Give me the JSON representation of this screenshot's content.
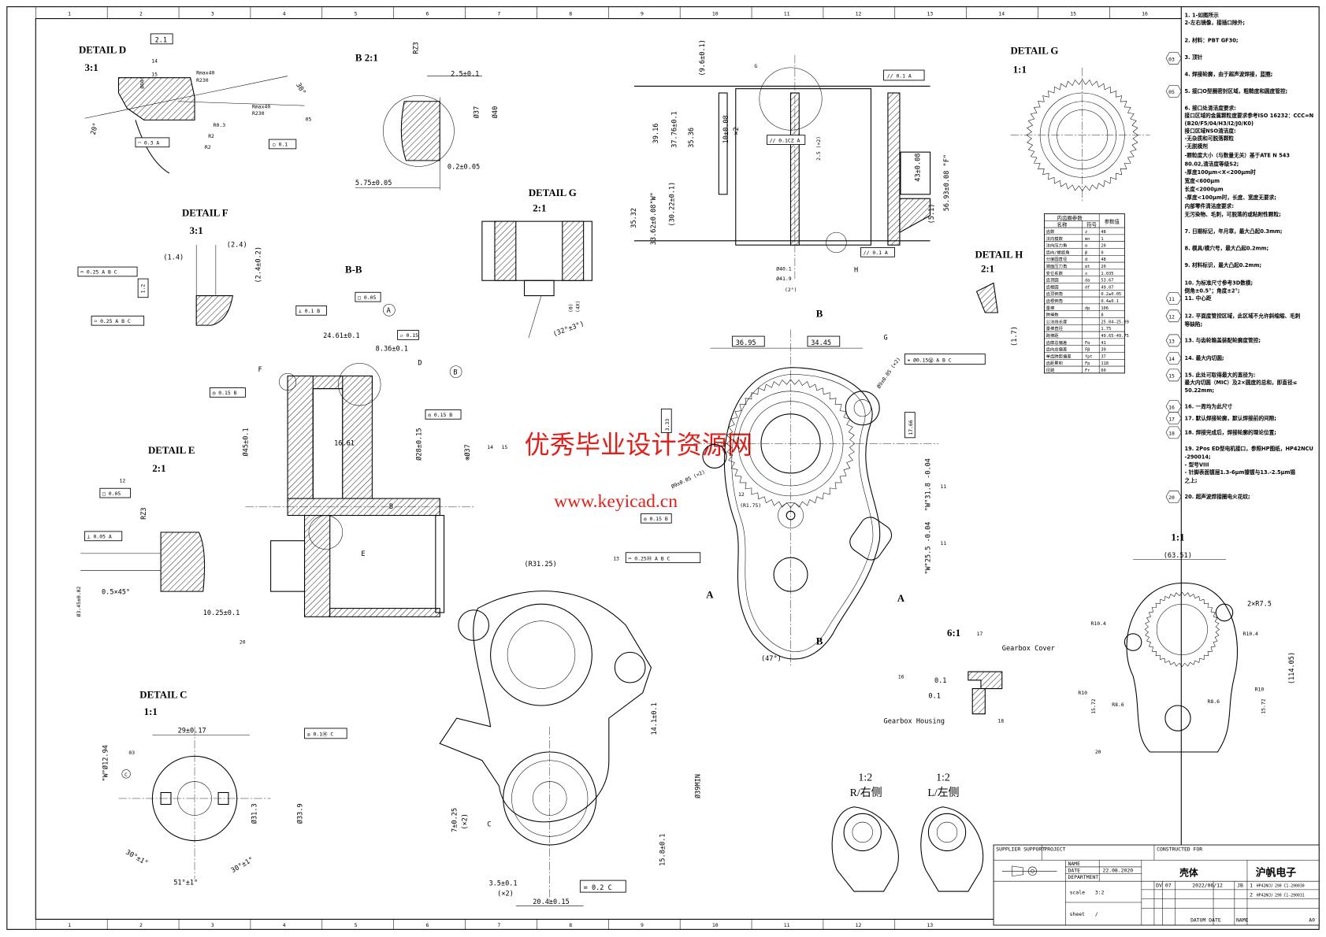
{
  "frame": {
    "zones": [
      "1",
      "2",
      "3",
      "4",
      "5",
      "6",
      "7",
      "8",
      "9",
      "10",
      "11",
      "12",
      "13",
      "14",
      "15",
      "16"
    ]
  },
  "watermark": {
    "cn": "优秀毕业设计资源网",
    "url": "www.keyicad.cn"
  },
  "detail_d": {
    "title": "DETAIL D",
    "scale": "3:1",
    "labels": [
      "2.1",
      "Ø60°",
      "Rmax40",
      "R230",
      "Rmax40",
      "R230",
      "R0.3",
      "R2",
      "R2",
      "30°",
      "20°",
      "⌒ 0.3 A",
      "○ 0.1",
      "14",
      "15",
      "05"
    ]
  },
  "section_b": {
    "title": "B 2:1",
    "labels": [
      "RZ3",
      "2.5±0.1",
      "Ø37",
      "Ø40",
      "0.2±0.05",
      "5.75±0.05"
    ]
  },
  "detail_g2": {
    "title": "DETAIL G",
    "scale": "2:1",
    "labels": [
      "(0)",
      "(4X)",
      "(32°±3°)"
    ]
  },
  "detail_f": {
    "title": "DETAIL F",
    "scale": "3:1",
    "labels": [
      "(1.4)",
      "(2.4)",
      "(2.4±0.2)",
      "1.2",
      "⌓ 0.25 A B C",
      "⌓ 0.25 A B C"
    ]
  },
  "section_bb": {
    "title": "B-B",
    "labels": [
      "⊥ 0.1 B",
      "□ 0.05",
      "A",
      "▱ 0.15",
      "24.61±0.1",
      "8.36±0.1",
      "D",
      "F",
      "B",
      "◎ 0.15 B",
      "◎ 0.15 B",
      "Ø45±0.1",
      "16.61",
      "Ø28±0.15",
      "⊗Ø37",
      "B",
      "E",
      "20",
      "14",
      "15"
    ]
  },
  "detail_e": {
    "title": "DETAIL E",
    "scale": "2:1",
    "labels": [
      "12",
      "□ 0.05",
      "RZ3",
      "⊥ 0.05 A",
      "0.5×45°",
      "Ø3.45±0.02",
      "10.25±0.1"
    ]
  },
  "top_view": {
    "labels": [
      "(9.6±0.1)",
      "G",
      "// 0.1 A",
      "39.16",
      "37.76±0.1",
      "35.36",
      "10±0.08",
      "×2",
      "// 0.1CZ A",
      "2.5 (×2)",
      "43±0.08",
      "56.93±0.08 \"F\"",
      "35.32",
      "33.62±0.08\"W\"",
      "(30.22±0.1)",
      "(5.1)",
      "// 0.1 A",
      "Ø40.1",
      "Ø41.9",
      "(2°)",
      "H"
    ]
  },
  "detail_g1": {
    "title": "DETAIL G",
    "scale": "1:1"
  },
  "detail_h": {
    "title": "DETAIL H",
    "scale": "2:1",
    "labels": [
      "(1.7)"
    ]
  },
  "gear_table": {
    "header": [
      "内齿圈参数",
      "名称",
      "符号",
      "参数值"
    ],
    "rows": [
      [
        "齿数",
        "z",
        "48"
      ],
      [
        "法向模数",
        "mn",
        "1"
      ],
      [
        "法向压力角",
        "α",
        "20"
      ],
      [
        "齿向/螺旋角",
        "β",
        "0"
      ],
      [
        "分度圆直径",
        "d",
        "48"
      ],
      [
        "端面压力角",
        "αt",
        "20"
      ],
      [
        "变位系数",
        "x",
        "1.035"
      ],
      [
        "齿顶圆",
        "da",
        "53.67"
      ],
      [
        "齿根圆",
        "df",
        "49.07"
      ],
      [
        "齿顶倒角",
        "",
        "0.2±0.05"
      ],
      [
        "齿根倒角",
        "",
        "0.4±0.1"
      ],
      [
        "量棒",
        "dp",
        "106"
      ],
      [
        "跨棒数",
        "",
        "8"
      ],
      [
        "公法线长度",
        "",
        "25.04-25.09"
      ],
      [
        "量棒直径",
        "",
        "1.75"
      ],
      [
        "跨棒距",
        "",
        "49.65-49.75"
      ],
      [
        "齿廓总偏差",
        "Fα",
        "41"
      ],
      [
        "齿向总偏差",
        "Fβ",
        "39"
      ],
      [
        "单齿跨距偏差",
        "fpt",
        "37"
      ],
      [
        "齿距累积",
        "Fp",
        "118"
      ],
      [
        "径跳",
        "Fr",
        "60"
      ]
    ]
  },
  "main_view": {
    "labels": [
      "B",
      "B",
      "36.95",
      "34.45",
      "G",
      "⌖ Ø0.15Ⓜ A B C",
      "Ø9±0.05 (×2)",
      "17.66",
      "3.33",
      "\"W\"31.8 -0.04",
      "\"W\"25.5 -0.04",
      "11",
      "11",
      "Ø9±0.05 (×2)",
      "12",
      "(R1.75)",
      "◎ 0.15 B",
      "13",
      "⌓ 0.25Ⓜ A B C",
      "A",
      "A",
      "(47°)"
    ]
  },
  "bottom_view": {
    "labels": [
      "(R31.25)",
      "14.1±0.1",
      "Ø39MIN",
      "15.8±0.1",
      "7±0.25",
      "(×2)",
      "C",
      "3.5±0.1",
      "(×2)",
      "= 0.2 C",
      "20.4±0.15"
    ]
  },
  "detail_c": {
    "title": "DETAIL C",
    "scale": "1:1",
    "labels": [
      "29±0.17",
      "◎ 0.1Ⓜ C",
      "\"W\"Ø12.94",
      "03",
      "C",
      "Ø31.3",
      "Ø33.9",
      "30°±1°",
      "51°±1°",
      "30°±1°"
    ]
  },
  "weld_detail": {
    "scale": "6:1",
    "labels": [
      "17",
      "Gearbox Cover",
      "16",
      "0.1",
      "0.1",
      "Gearbox Housing",
      "18"
    ]
  },
  "view_11": {
    "scale": "1:1",
    "labels": [
      "(63.51)",
      "2×R7.5",
      "R10.4",
      "R10.4",
      "R10",
      "R10",
      "R8.6",
      "R8.6",
      "(114.05)",
      "20",
      "15.72",
      "15.72"
    ]
  },
  "mirror_views": {
    "right_scale": "1:2",
    "right_label": "R/右侧",
    "left_scale": "1:2",
    "left_label": "L/左侧"
  },
  "notes": [
    "1. 1-如图所示",
    "   2-左右镜像，接插口除外;",
    "2. 材料：PBT GF30;",
    "3. 顶针",
    "4. 焊接轮廓，由于超声波焊接，蓝圈;",
    "5. 接口O型圈密封区域，粗糙度和圆度管控;",
    "6. 接口处清洁度要求:",
    "接口区域的金属颗粒度要求参考ISO 16232：CCC=N",
    "(B20/F5/04/H3/I2/J0/K0)",
    "接口区域NSO清洁度:",
    "-无杂质和可脱落颗粒",
    "-无脱模剂",
    "-颗粒度大小（与数量无关）基于ATE N 543",
    "80.02,清洁度等级S2;",
    "-厚度100μm<X<200μm时",
    "  宽度<600μm",
    "  长度<2000μm",
    "-厚度<100μm时，长度、宽度无要求;",
    "内部零件清洁度要求:",
    "无污染物、毛刺，可脱落的或粘附性颗粒;",
    "7. 日期标记，年月章，最大凸起0.3mm;",
    "8. 模具/模穴号，最大凸起0.2mm;",
    "9. 材料标识，最大凸起0.2mm;",
    "10. 为标准尺寸参考3D数模;",
    "   倒角±0.5°；角度±2°;",
    "11. 中心距",
    "12. 平面度管控区域，此区域不允许斜缩缩、毛刺",
    "等缺陷;",
    "13. 与齿轮箱盖装配轮廓度管控;",
    "14. 最大内切圆;",
    "15. 此处可取得最大的直径为:",
    "最大内切圆（MIC）及2×圆度的总和，即直径≤",
    "50.22mm;",
    "16. 一周均为此尺寸",
    "17. 默认焊接轮廓，默认焊接前的间隙;",
    "18. 焊接完成后，焊接轮廓的理论位置;",
    "19. 2Pos ED型电机接口，参照HP图纸，HP42NCU",
    "-290014;",
    "  - 型号VIII",
    "  - 针脚表面镀层1.3-6μm镍镀与13.-2.5μm锡",
    "之上;",
    "20. 超声波焊接圈电火花纹;"
  ],
  "note_callouts": [
    "03",
    "05",
    "11",
    "12",
    "13",
    "14",
    "15",
    "16",
    "17",
    "18",
    "20"
  ],
  "title_block": {
    "supplier": "SUPPLIER SUPPORT",
    "project": "PROJECT",
    "constructed": "CONSTRUCTED FOR",
    "name_label": "NAME",
    "date_label": "DATE",
    "date_value": "22.08.2020",
    "department_label": "DEPARTMENT",
    "part_name": "壳体",
    "company": "沪帆电子",
    "scale_label": "scale",
    "scale_value": "3:2",
    "sheet_label": "sheet",
    "sheet_value": "/",
    "rev_dv": "DV",
    "rev_no": "07",
    "rev_date": "2022/06/12",
    "rev_by": "JB",
    "ref1_no": "1",
    "ref1": "HP42NCU 290 C1-290030",
    "ref2_no": "2",
    "ref2": "HP42NCU 290 C1-290031",
    "datum_date": "DATUM DATE",
    "name2": "NAME",
    "size": "A0"
  }
}
